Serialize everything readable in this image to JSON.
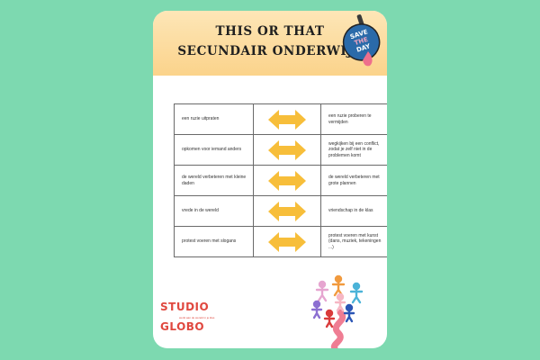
{
  "header": {
    "title_line1": "THIS OR THAT",
    "title_line2": "SECUNDAIR ONDERWIJS",
    "sticker_text": [
      "SAVE",
      "THE",
      "DAY"
    ]
  },
  "rows": [
    {
      "left": "een ruzie uitpraten",
      "right": "een ruzie proberen te vermijden"
    },
    {
      "left": "opkomen voor iemand anders",
      "right": "wegkijken bij een conflict, zodat je zelf niet in de problemen komt"
    },
    {
      "left": "de wereld verbeteren met kleine daden",
      "right": "de wereld verbeteren met grote plannen"
    },
    {
      "left": "vrede in de wereld",
      "right": "vriendschap in de klas"
    },
    {
      "left": "protest voeren met slogans",
      "right": "protest voeren met kunst (dans, muziek, tekeningen ...)"
    }
  ],
  "logo": {
    "line1": "STUDIO",
    "line2": "GLOBO",
    "tagline": "werkt aan de wereld in je klas"
  },
  "colors": {
    "background": "#7dd9b0",
    "header_top": "#fde6b7",
    "header_bottom": "#fbd38b",
    "arrow": "#f7be3a",
    "logo": "#e0483f"
  },
  "icons": {
    "arrow": "double-arrow-icon",
    "sticker": "sticker-icon",
    "illustration": "people-figures-illustration"
  }
}
